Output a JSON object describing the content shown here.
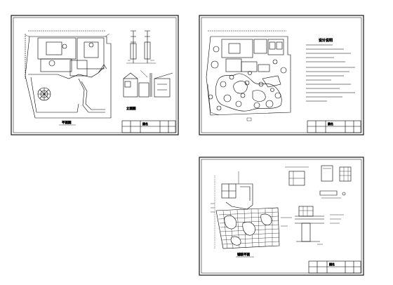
{
  "document": {
    "kind": "cad-landscape-sheets",
    "sheet_count": 3,
    "line_color": "#000000",
    "background": "#ffffff"
  },
  "sheets": [
    {
      "id": "sheet-1",
      "content": [
        "site-plan",
        "detail-sections",
        "elevation",
        "title-block"
      ],
      "labels": {
        "plan_caption": "平面图",
        "elevation_caption": "立面图",
        "title_block": "图名"
      }
    },
    {
      "id": "sheet-2",
      "content": [
        "planting-plan",
        "notes-list",
        "title-block"
      ],
      "labels": {
        "notes_heading": "设计说明",
        "title_block": "图名"
      }
    },
    {
      "id": "sheet-3",
      "content": [
        "paving-plan",
        "construction-details",
        "title-block"
      ],
      "labels": {
        "plan_caption": "铺装平面",
        "title_block": "图名"
      }
    }
  ]
}
